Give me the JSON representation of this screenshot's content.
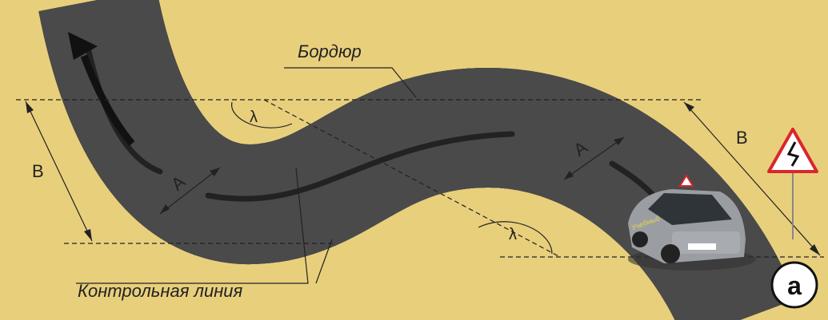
{
  "labels": {
    "curb": "Бордюр",
    "control_line": "Контрольная линия",
    "dim_a": "A",
    "dim_b": "B",
    "angle": "λ",
    "figure_letter": "a",
    "car_text": "Учебный"
  },
  "colors": {
    "ground": "#e8cf7c",
    "road": "#b9bbbe",
    "edge_line": "#f5e400",
    "curb_dark": "#4a4a4a",
    "curb_light": "#ffffff",
    "sign_border": "#d9262c"
  },
  "icons": [
    "direction-arrow-icon",
    "winding-road-sign-icon",
    "student-driver-sign-icon"
  ]
}
